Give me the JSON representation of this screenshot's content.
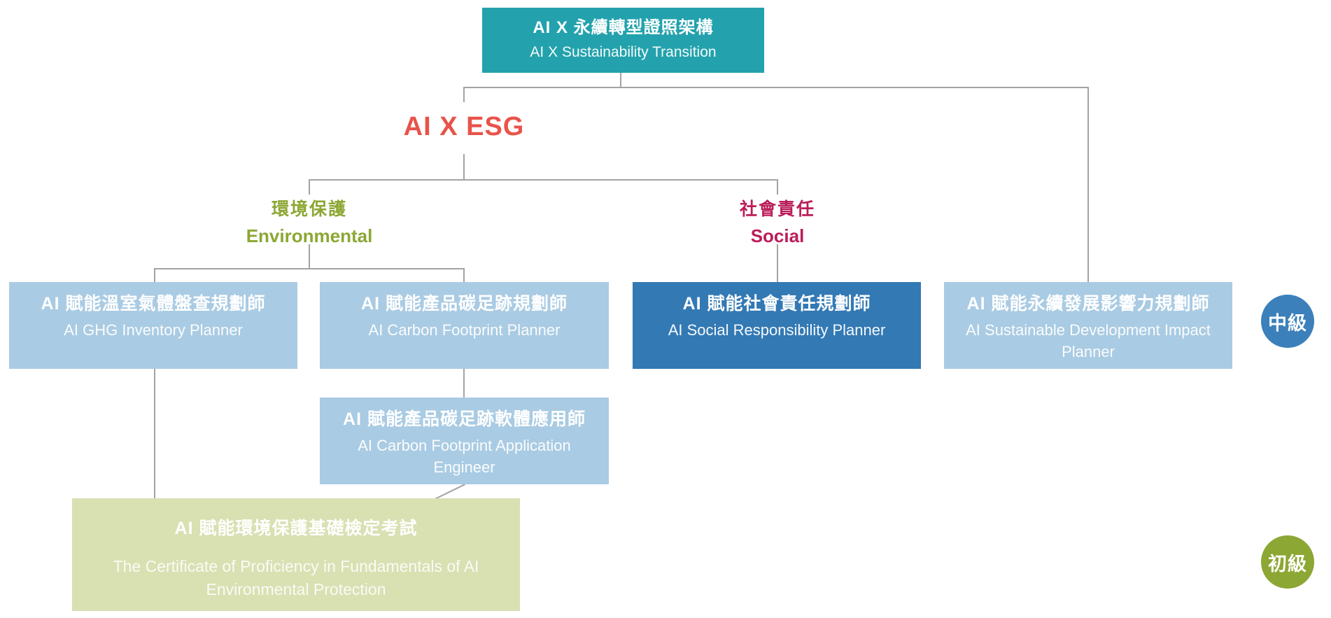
{
  "palette": {
    "teal": "#23A2AD",
    "light_blue": "#A9CBE3",
    "dark_blue": "#3379B4",
    "circle_blue": "#3B80BA",
    "sage": "#D9E0B2",
    "olive": "#8CA733",
    "crimson": "#BB1D59",
    "red": "#E8534A",
    "line_gray": "#A3A3A3"
  },
  "root": {
    "title_zh": "AI X 永續轉型證照架構",
    "title_en": "AI X Sustainability Transition"
  },
  "esg_heading": "AI X ESG",
  "branches": {
    "environmental": {
      "zh": "環境保護",
      "en": "Environmental"
    },
    "social": {
      "zh": "社會責任",
      "en": "Social"
    }
  },
  "cards": {
    "ghg": {
      "zh": "AI 賦能溫室氣體盤查規劃師",
      "en": "AI GHG Inventory Planner"
    },
    "carbon": {
      "zh": "AI 賦能產品碳足跡規劃師",
      "en": "AI Carbon Footprint Planner"
    },
    "social": {
      "zh": "AI 賦能社會責任規劃師",
      "en": "AI Social Responsibility Planner"
    },
    "impact": {
      "zh": "AI 賦能永續發展影響力規劃師",
      "en": "AI Sustainable Development Impact Planner"
    },
    "app_engineer": {
      "zh": "AI 賦能產品碳足跡軟體應用師",
      "en": "AI Carbon Footprint Application Engineer"
    },
    "foundation": {
      "zh": "AI 賦能環境保護基礎檢定考試",
      "en": "The Certificate of Proficiency in Fundamentals of AI Environmental Protection"
    }
  },
  "levels": {
    "intermediate": "中級",
    "beginner": "初級"
  }
}
